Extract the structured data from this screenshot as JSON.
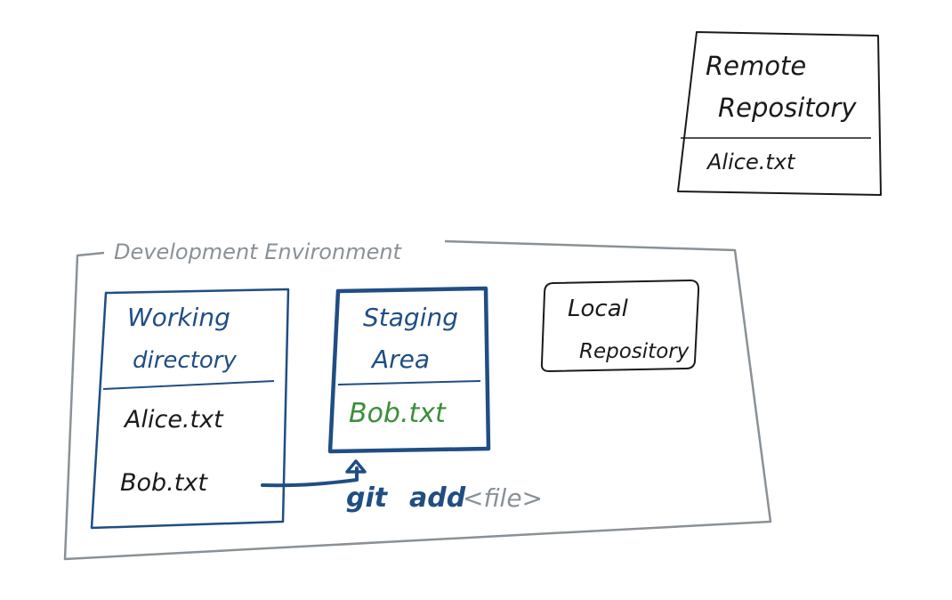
{
  "remote": {
    "title_line1": "Remote",
    "title_line2": "Repository",
    "file": "Alice.txt"
  },
  "environment": {
    "label": "Development Environment"
  },
  "working": {
    "title_line1": "Working",
    "title_line2": "directory",
    "files": [
      "Alice.txt",
      "Bob.txt"
    ]
  },
  "staging": {
    "title_line1": "Staging",
    "title_line2": "Area",
    "file": "Bob.txt"
  },
  "local": {
    "title_line1": "Local",
    "title_line2": "Repository"
  },
  "command": {
    "git": "git",
    "add": "add",
    "arg": "<file>"
  },
  "colors": {
    "blue": "#1f4e83",
    "green": "#3a8f3a",
    "gray": "#8a9196",
    "black": "#1a1a1a"
  }
}
